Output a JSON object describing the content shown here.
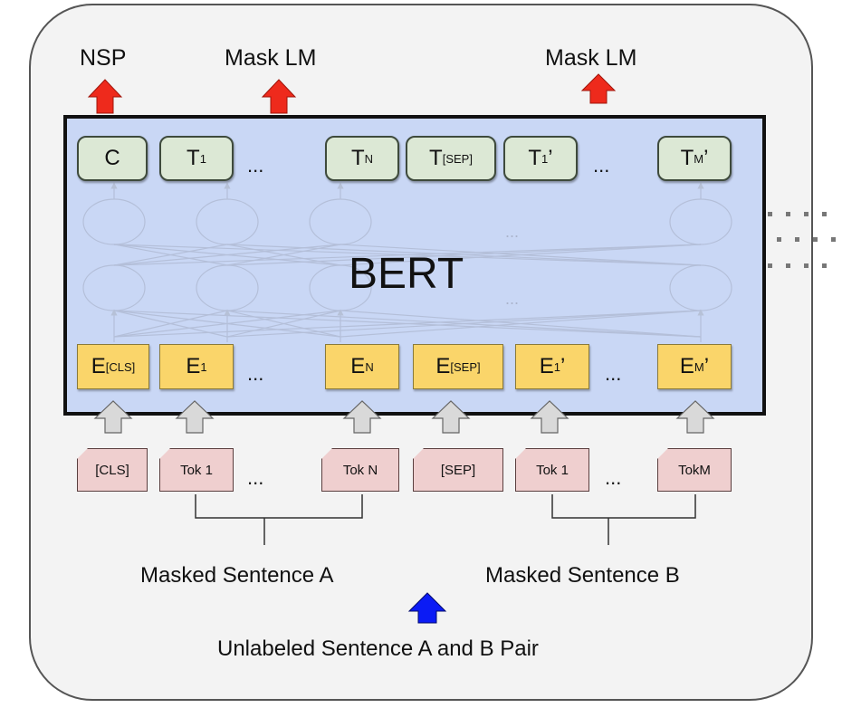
{
  "heads": {
    "nsp": "NSP",
    "mlm_left": "Mask LM",
    "mlm_right": "Mask LM"
  },
  "model_label": "BERT",
  "top_row": {
    "c": {
      "main": "C",
      "sub": ""
    },
    "t1": {
      "main": "T",
      "sub": "1",
      "prime": ""
    },
    "tn": {
      "main": "T",
      "sub": "N"
    },
    "tsep": {
      "main": "T",
      "sub": "[SEP]"
    },
    "t1p": {
      "main": "T",
      "sub": "1",
      "prime": "’"
    },
    "tmp": {
      "main": "T",
      "sub": "M",
      "prime": "’"
    },
    "ellipsis": "..."
  },
  "embed_row": {
    "ecls": {
      "main": "E",
      "sub": "[CLS]"
    },
    "e1": {
      "main": "E",
      "sub": "1",
      "prime": ""
    },
    "en": {
      "main": "E",
      "sub": "N"
    },
    "esep": {
      "main": "E",
      "sub": "[SEP]"
    },
    "e1p": {
      "main": "E",
      "sub": "1",
      "prime": "’"
    },
    "emp": {
      "main": "E",
      "sub": "M",
      "prime": "’"
    },
    "ellipsis": "..."
  },
  "tokens": {
    "cls": "[CLS]",
    "tok1_a": "Tok 1",
    "tokn": "Tok N",
    "sep": "[SEP]",
    "tok1_b": "Tok 1",
    "tokm": "TokM",
    "ellipsis": "..."
  },
  "hidden_ellipsis": "...",
  "segments": {
    "a": "Masked Sentence A",
    "b": "Masked Sentence B"
  },
  "input_label": "Unlabeled Sentence A and B Pair",
  "colors": {
    "bert_fill": "#c9d7f5",
    "output_fill": "#dce8d5",
    "embedding_fill": "#fad56a",
    "token_fill": "#efcfcf",
    "head_arrow": "#ee2a1c",
    "input_arrow": "#0b1bf5",
    "connector_arrow": "#d9d9d9"
  }
}
